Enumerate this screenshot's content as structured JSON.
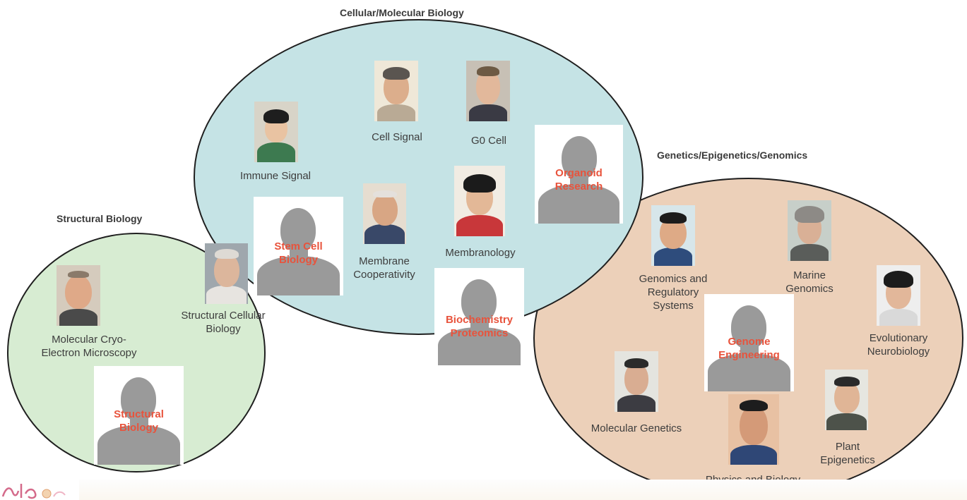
{
  "colors": {
    "cell_fill": "#c5e3e5",
    "struct_fill": "#d7ecd2",
    "genetics_fill": "#ecd0b9",
    "outline": "#1f1f1f",
    "vacancy_text": "#e8533c",
    "silhouette": "#9a9a9a"
  },
  "groups": {
    "cellular": {
      "title": "Cellular/Molecular Biology"
    },
    "genetics": {
      "title": "Genetics/Epigenetics/Genomics"
    },
    "structural": {
      "title": "Structural Biology"
    }
  },
  "units": {
    "immune_signal": {
      "label": "Immune Signal",
      "icon": "portrait-icon"
    },
    "cell_signal": {
      "label": "Cell Signal",
      "icon": "portrait-icon"
    },
    "g0_cell": {
      "label": "G0 Cell",
      "icon": "portrait-icon"
    },
    "membrane_cooperativity": {
      "label": "Membrane\nCooperativity",
      "icon": "portrait-icon"
    },
    "membranology": {
      "label": "Membranology",
      "icon": "portrait-icon"
    },
    "structural_cellular_biology": {
      "label": "Structural Cellular\nBiology",
      "icon": "portrait-icon"
    },
    "molecular_cryo_em": {
      "label": "Molecular Cryo-\nElectron Microscopy",
      "icon": "portrait-icon"
    },
    "genomics_regulatory": {
      "label": "Genomics and\nRegulatory\nSystems",
      "icon": "portrait-icon"
    },
    "marine_genomics": {
      "label": "Marine\nGenomics",
      "icon": "portrait-icon"
    },
    "evolutionary_neurobiology": {
      "label": "Evolutionary\nNeurobiology",
      "icon": "portrait-icon"
    },
    "molecular_genetics": {
      "label": "Molecular Genetics",
      "icon": "portrait-icon"
    },
    "physics_biology": {
      "label": "Physics and Biology",
      "icon": "portrait-icon"
    },
    "plant_epigenetics": {
      "label": "Plant\nEpigenetics",
      "icon": "portrait-icon"
    }
  },
  "vacancies": {
    "organoid": {
      "label": "Organoid\nResearch",
      "icon": "silhouette-icon"
    },
    "stem_cell": {
      "label": "Stem Cell\nBiology",
      "icon": "silhouette-icon"
    },
    "biochemistry": {
      "label": "Biochemistry\nProteomics",
      "icon": "silhouette-icon"
    },
    "genome_engineering": {
      "label": "Genome\nEngineering",
      "icon": "silhouette-icon"
    },
    "structural": {
      "label": "Structural\nBiology",
      "icon": "silhouette-icon"
    }
  },
  "logo": {
    "icon": "institute-logo-icon"
  }
}
